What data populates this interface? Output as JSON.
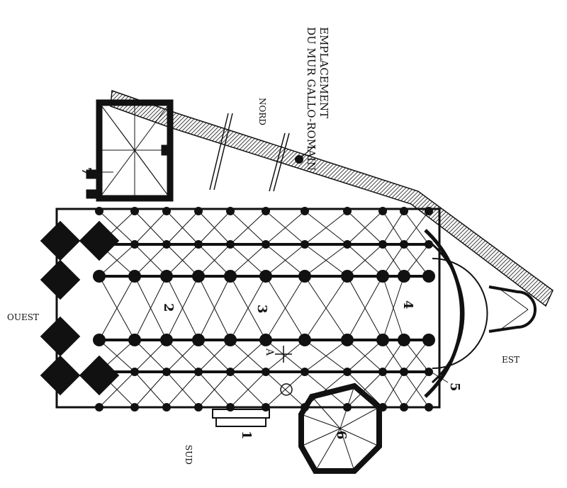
{
  "title_lines": [
    "EMPLACEMENT",
    "DU MUR GALLO-ROMAIN"
  ],
  "compass": {
    "north": "NORD",
    "south": "SUD",
    "east": "EST",
    "west": "OUEST"
  },
  "markers": [
    "1",
    "2",
    "3",
    "4",
    "5",
    "6",
    "7",
    "A"
  ],
  "colors": {
    "ink": "#111111",
    "paper": "#ffffff"
  }
}
